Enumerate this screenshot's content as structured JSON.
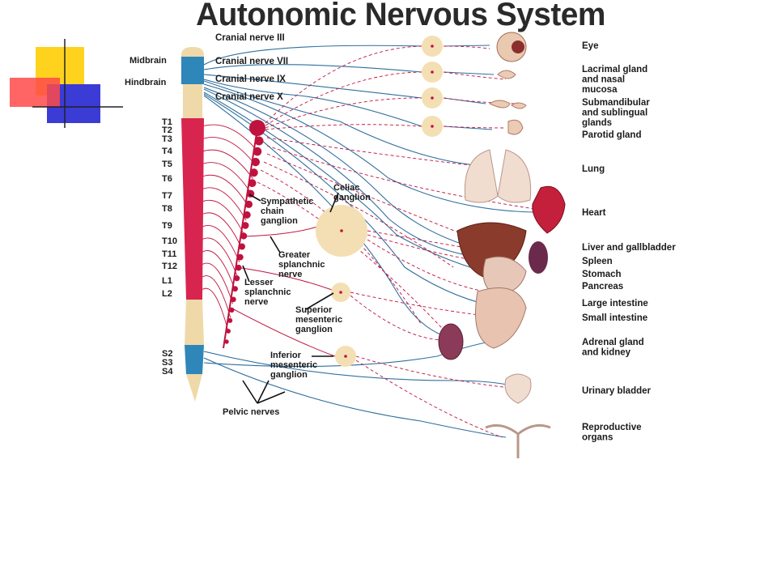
{
  "title": "Autonomic Nervous System",
  "brain_regions": [
    "Midbrain",
    "Hindbrain"
  ],
  "cranial_nerves": [
    "Cranial nerve III",
    "Cranial nerve VII",
    "Cranial nerve IX",
    "Cranial nerve X"
  ],
  "spinal_segments": [
    "T1",
    "T2",
    "T3",
    "T4",
    "T5",
    "T6",
    "T7",
    "T8",
    "T9",
    "T10",
    "T11",
    "T12",
    "L1",
    "L2",
    "S2",
    "S3",
    "S4"
  ],
  "structures": {
    "sympathetic_chain": [
      "Sympathetic",
      "chain",
      "ganglion"
    ],
    "celiac": [
      "Celiac",
      "ganglion"
    ],
    "greater_splanchnic": [
      "Greater",
      "splanchnic",
      "nerve"
    ],
    "lesser_splanchnic": [
      "Lesser",
      "splanchnic",
      "nerve"
    ],
    "superior_mesenteric": [
      "Superior",
      "mesenteric",
      "ganglion"
    ],
    "inferior_mesenteric": [
      "Inferior",
      "mesenteric",
      "ganglion"
    ],
    "pelvic": [
      "Pelvic nerves"
    ]
  },
  "organs": {
    "eye": [
      "Eye"
    ],
    "lacrimal": [
      "Lacrimal gland",
      "and nasal",
      "mucosa"
    ],
    "submandibular": [
      "Submandibular",
      "and sublingual",
      "glands"
    ],
    "parotid": [
      "Parotid gland"
    ],
    "lung": [
      "Lung"
    ],
    "heart": [
      "Heart"
    ],
    "liver": [
      "Liver and gallbladder"
    ],
    "spleen": [
      "Spleen"
    ],
    "stomach": [
      "Stomach"
    ],
    "pancreas": [
      "Pancreas"
    ],
    "large_intestine": [
      "Large intestine"
    ],
    "small_intestine": [
      "Small intestine"
    ],
    "adrenal": [
      "Adrenal gland",
      "and kidney"
    ],
    "bladder": [
      "Urinary bladder"
    ],
    "reproductive": [
      "Reproductive",
      "organs"
    ]
  },
  "colors": {
    "sympathetic": "#c0123e",
    "parasympathetic": "#2f6f9e",
    "ganglion_fill": "#f3dfb3",
    "cord_thoracic": "#d8254f",
    "cord_cranial_sacral": "#2f86b8",
    "cord_other": "#efd9a8"
  }
}
